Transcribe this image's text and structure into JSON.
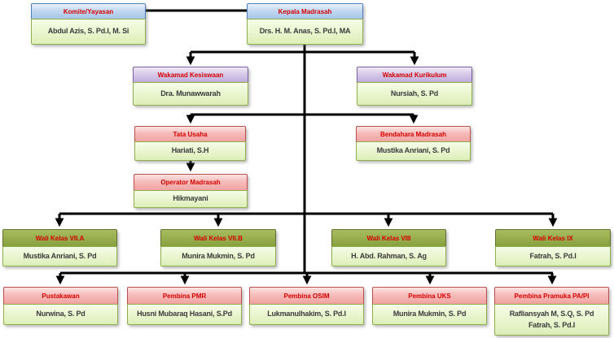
{
  "chart_title": "",
  "palette": {
    "header_text": "#d40000",
    "body_text": "#3a3a3a",
    "blue_header": "#a6c5e8",
    "blue_border": "#4e7fba",
    "purple_header": "#c0addb",
    "purple_border": "#7a5fa0",
    "pink_header": "#f0a3a1",
    "pink_border": "#bb4f4d",
    "olive_header": "#95ac4b",
    "olive_border": "#5f7030",
    "body_fill": "#e9f5cd",
    "body_border": "#8fae4e",
    "connector": "#000000"
  },
  "nodes": {
    "komite": {
      "title": "Komite/Yayasan",
      "person": "Abdul Azis, S. Pd.I, M. Si"
    },
    "kepala": {
      "title": "Kepala Madrasah",
      "person": "Drs. H. M. Anas, S. Pd.I, MA"
    },
    "wakamad_kesiswaan": {
      "title": "Wakamad Kesiswaan",
      "person": "Dra. Munawwarah"
    },
    "wakamad_kurikulum": {
      "title": "Wakamad Kurikulum",
      "person": "Nursiah, S. Pd"
    },
    "tata_usaha": {
      "title": "Tata Usaha",
      "person": "Hariati, S.H"
    },
    "bendahara": {
      "title": "Bendahara Madrasah",
      "person": "Mustika Anriani, S. Pd"
    },
    "operator": {
      "title": "Operator Madrasah",
      "person": "Hikmayani"
    },
    "wali_7a": {
      "title": "Wali Kelas VII.A",
      "person": "Mustika Anriani, S. Pd"
    },
    "wali_7b": {
      "title": "Wali Kelas VII.B",
      "person": "Munira Mukmin, S. Pd"
    },
    "wali_8": {
      "title": "Wali Kelas VIII",
      "person": "H. Abd. Rahman, S. Ag"
    },
    "wali_9": {
      "title": "Wali Kelas IX",
      "person": "Fatrah, S. Pd.I"
    },
    "pustakawan": {
      "title": "Pustakawan",
      "person": "Nurwina, S. Pd"
    },
    "pembina_pmr": {
      "title": "Pembina PMR",
      "person": "Husni Mubaraq Hasani, S.Pd"
    },
    "pembina_osim": {
      "title": "Pembina OSIM",
      "person": "Lukmanulhakim,  S. Pd.I"
    },
    "pembina_uks": {
      "title": "Pembina UKS",
      "person": "Munira Mukmin, S. Pd"
    },
    "pembina_pramuka": {
      "title": "Pembina Pramuka PA/PI",
      "person": "Rafliansyah  M, S.Q, S. Pd",
      "person2": "Fatrah, S. Pd.I"
    }
  }
}
